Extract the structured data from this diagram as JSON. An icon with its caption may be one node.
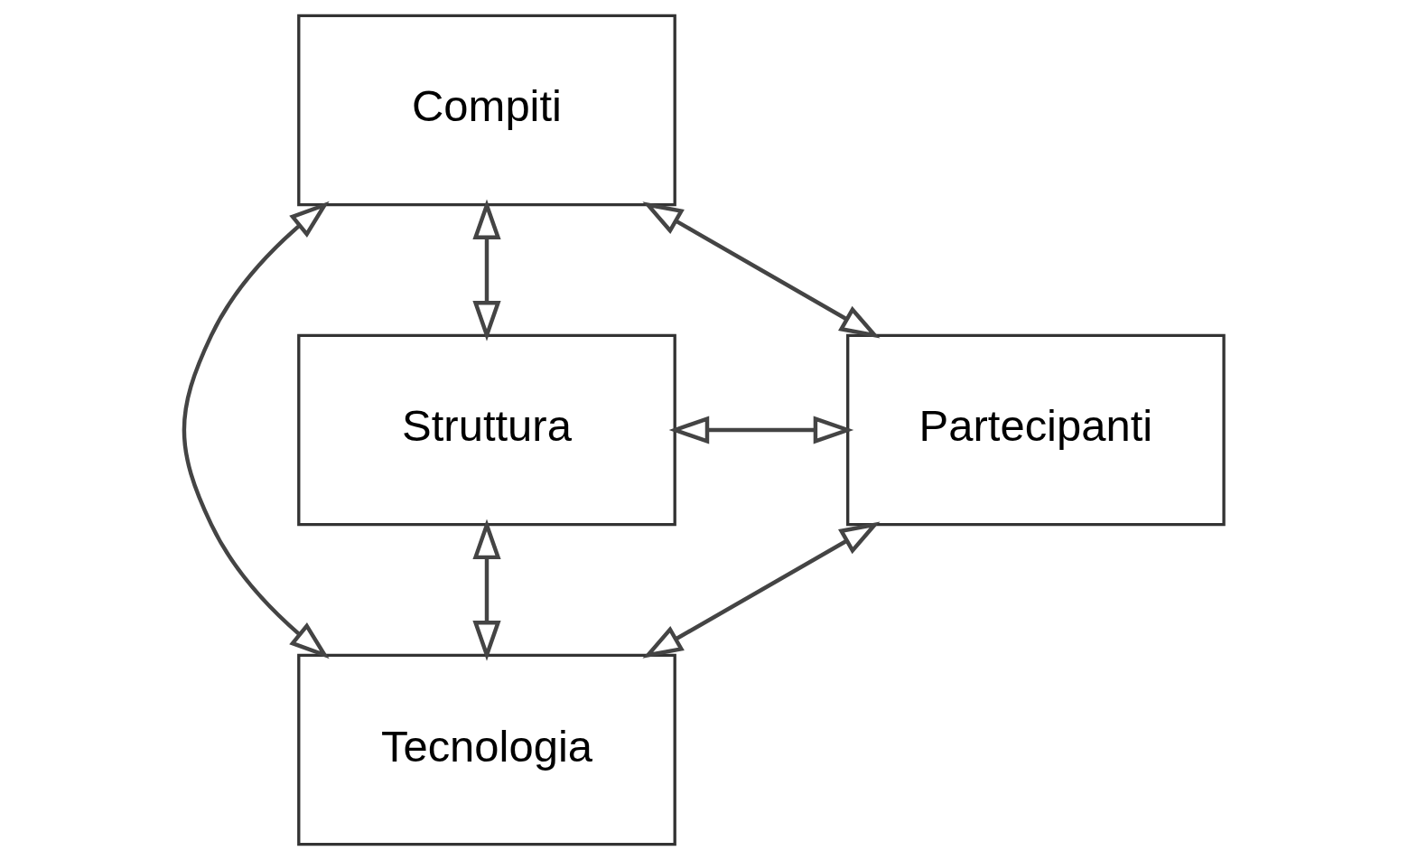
{
  "diagram": {
    "nodes": [
      {
        "text": [
          "Compiti"
        ]
      },
      {
        "text": [
          "Struttura"
        ]
      },
      {
        "text": [
          "Partecipanti"
        ]
      },
      {
        "text": [
          "Tecnologia"
        ]
      }
    ],
    "edges": [
      {
        "from": 1,
        "to": 0,
        "arrow": "both"
      },
      {
        "from": 0,
        "to": 2,
        "arrow": "both"
      },
      {
        "from": 1,
        "to": 3,
        "arrow": "both"
      },
      {
        "from": 2,
        "to": 3,
        "arrow": "both"
      },
      {
        "from": 0,
        "to": 3,
        "arrow": "both"
      },
      {
        "from": 1,
        "to": 2,
        "arrow": "both"
      }
    ]
  }
}
